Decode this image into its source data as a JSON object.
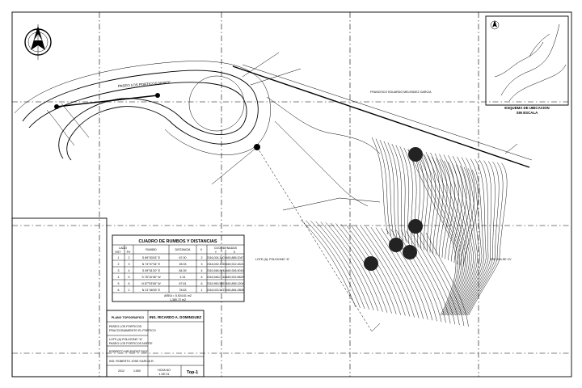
{
  "road": {
    "label": "PASEO LOS PORTICOS NORTE"
  },
  "lot": {
    "label": "LOTE (A), POLIGONO \"A\""
  },
  "neighbor": {
    "label": "FRANCISCO EDUARDO MELENDEZ GARCIA"
  },
  "right_label": {
    "text": "ZRS 5ZA DE CV"
  },
  "location_map": {
    "title_1": "ESQUEMA DE UBICACION",
    "title_2": "SIN ESCALA"
  },
  "table": {
    "title": "CUADRO DE RUMBOS Y DISTANCIAS",
    "headers": [
      "LADO",
      "RUMBO",
      "DISTANCIA",
      "V",
      "COORDENADAS"
    ],
    "subheaders": [
      "EST",
      "PV",
      "Y",
      "X"
    ],
    "rows": [
      [
        "1",
        "2",
        "S 89°53'43\" E",
        "67.00",
        "2",
        "2316,024.3607",
        "460,885.2047"
      ],
      [
        "2",
        "3",
        "N 74°07'34\" E",
        "28.33",
        "3",
        "2316,032.1159",
        "460,912.4521"
      ],
      [
        "3",
        "4",
        "S 09°51'20\" E",
        "84.39",
        "4",
        "2315,948.9744",
        "460,926.9015"
      ],
      [
        "4",
        "5",
        "S 78°10'36\" W",
        "4.31",
        "5",
        "2315,948.0918",
        "460,922.6829"
      ],
      [
        "5",
        "6",
        "N 87°53'06\" W",
        "67.61",
        "6",
        "2315,950.5857",
        "460,855.1204"
      ],
      [
        "6",
        "1",
        "N 21°46'53\" E",
        "78.63",
        "1",
        "2316,023.5727",
        "460,884.2806"
      ]
    ],
    "footer_1": "AREA = 5,924.61 m2",
    "footer_2": "1,380.72 m2"
  },
  "title_block": {
    "project_label": "PLANO TOPOGRAFICO",
    "engineer": "ING. RICARDO A. DOMINGUEZ",
    "location_lines": [
      "PASEO LOS PORTICOS",
      "FRACCIONAMIENTO EL PORTICO"
    ],
    "owner_lines": [
      "LOTE (A) POLIGONO \"A\"",
      "PASEO LOS PORTICOS NORTE"
    ],
    "drawn_by": "ROBERTO MELENDEZ RUIZ",
    "reviewed_by": "ING. ROBERTO JOSE GARCIA R.",
    "date": "2012",
    "scale": "1:500",
    "sheet_label_1": "HOJA NO",
    "sheet_label_2": "1 DE 01",
    "sheet_id": "Top-1"
  }
}
